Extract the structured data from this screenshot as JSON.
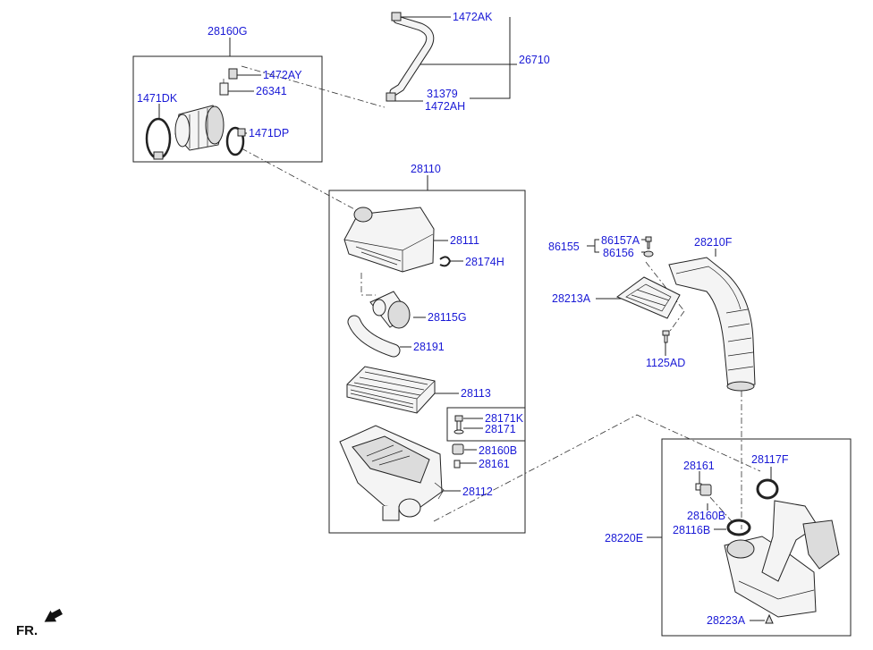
{
  "labels": {
    "p28160G": "28160G",
    "p1472AK": "1472AK",
    "p26710": "26710",
    "p1472AY": "1472AY",
    "p26341": "26341",
    "p1471DK": "1471DK",
    "p31379": "31379",
    "p1472AH": "1472AH",
    "p1471DP": "1471DP",
    "p28110": "28110",
    "p28111": "28111",
    "p28174H": "28174H",
    "p28115G": "28115G",
    "p28191": "28191",
    "p28113": "28113",
    "p28171K": "28171K",
    "p28171": "28171",
    "p28160B_a": "28160B",
    "p28161_a": "28161",
    "p28112": "28112",
    "p86155": "86155",
    "p86157A": "86157A",
    "p86156": "86156",
    "p28210F": "28210F",
    "p28213A": "28213A",
    "p1125AD": "1125AD",
    "p28161_b": "28161",
    "p28117F": "28117F",
    "p28160B_b": "28160B",
    "p28116B": "28116B",
    "p28220E": "28220E",
    "p28223A": "28223A",
    "fr": "FR."
  },
  "colors": {
    "label": "#1a1ad6",
    "line": "#222222",
    "fr_text": "#111111"
  },
  "icons": {
    "front_arrow": "arrow-down-left-icon"
  }
}
